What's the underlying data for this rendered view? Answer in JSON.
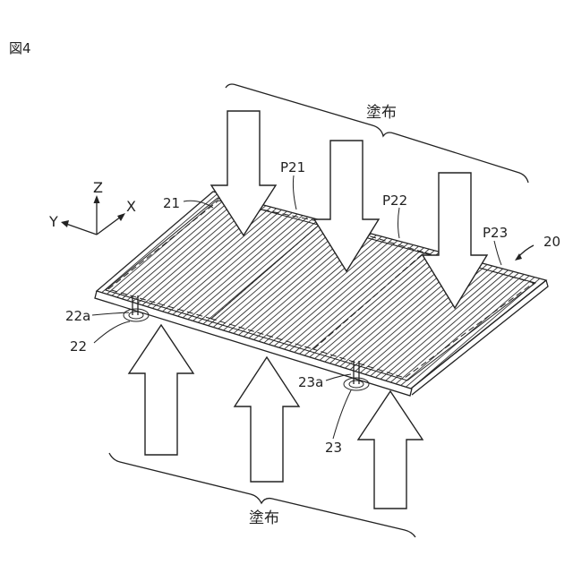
{
  "figure": {
    "title": "図4"
  },
  "axes": {
    "z": "Z",
    "x": "X",
    "y": "Y"
  },
  "labels": {
    "substrate": "20",
    "film": "21",
    "pin_a": "22",
    "pin_a_tip": "22a",
    "pin_b": "23",
    "pin_b_tip": "23a",
    "region_1": "P21",
    "region_2": "P22",
    "region_3": "P23"
  },
  "coating": {
    "top": "塗布",
    "bottom": "塗布"
  }
}
